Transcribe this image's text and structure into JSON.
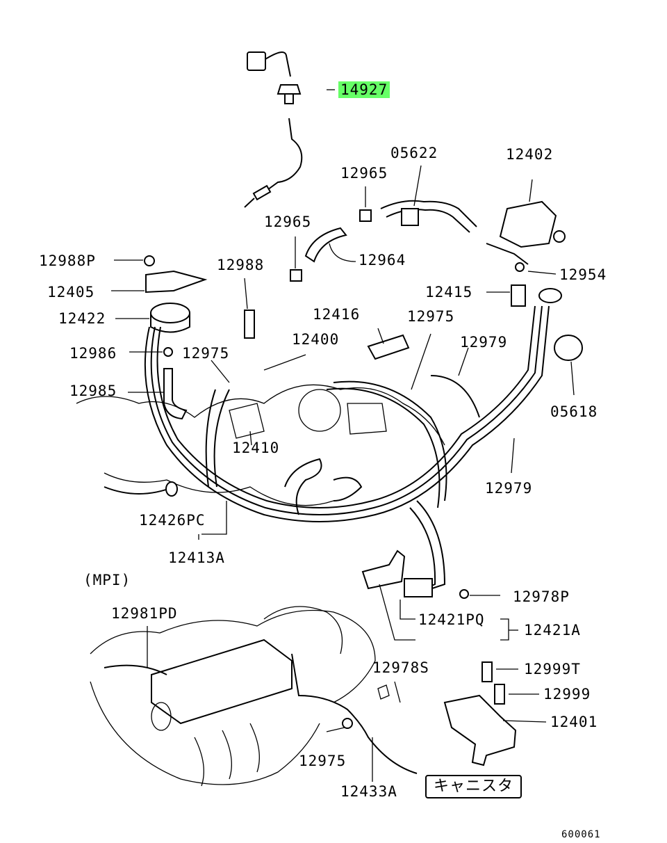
{
  "highlight_color": "#66ff66",
  "labels": {
    "p14927": "14927",
    "p05622": "05622",
    "p12402": "12402",
    "p12965a": "12965",
    "p12965b": "12965",
    "p12964": "12964",
    "p12988P": "12988P",
    "p12988": "12988",
    "p12954": "12954",
    "p12405": "12405",
    "p12415": "12415",
    "p12422": "12422",
    "p12416": "12416",
    "p12975a": "12975",
    "p12400": "12400",
    "p12986": "12986",
    "p12975b": "12975",
    "p12979a": "12979",
    "p12985": "12985",
    "p05618": "05618",
    "p12410": "12410",
    "p12979b": "12979",
    "p12426PC": "12426PC",
    "p12413A": "12413A",
    "mpi": "(MPI)",
    "p12978P": "12978P",
    "p12981PD": "12981PD",
    "p12421PQ": "12421PQ",
    "p12421A": "12421A",
    "p12978S": "12978S",
    "p12999T": "12999T",
    "p12999": "12999",
    "p12401": "12401",
    "p12975c": "12975",
    "p12433A": "12433A",
    "canister": "キャニスタ",
    "diagram_code": "600061"
  }
}
